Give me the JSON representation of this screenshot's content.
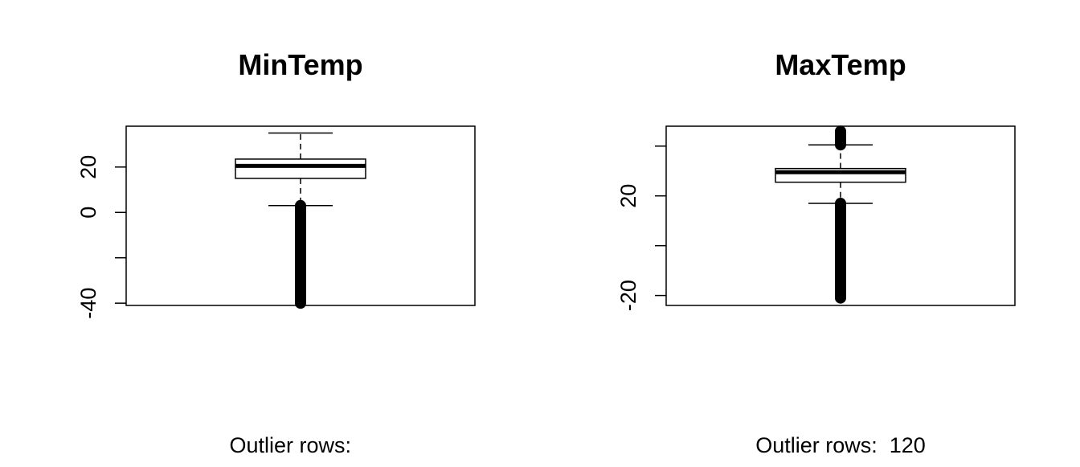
{
  "chart_data": [
    {
      "type": "boxplot",
      "title": "MinTemp",
      "ylim": [
        -41,
        38
      ],
      "yticks": [
        -40,
        -20,
        0,
        20
      ],
      "yticklabels": [
        "-40",
        "",
        "0",
        "20"
      ],
      "stats": {
        "whisker_low": 3,
        "q1": 15,
        "median": 20.5,
        "q3": 23.5,
        "whisker_high": 35
      },
      "outliers": {
        "from": -40,
        "to": 3
      },
      "caption": "Outlier rows: "
    },
    {
      "type": "boxplot",
      "title": "MaxTemp",
      "ylim": [
        -24,
        48
      ],
      "yticks": [
        -20,
        0,
        20,
        40
      ],
      "yticklabels": [
        "-20",
        "",
        "20",
        ""
      ],
      "stats": {
        "whisker_low": 17,
        "q1": 25.5,
        "median": 29.5,
        "q3": 31,
        "whisker_high": 40.5
      },
      "outliers": {
        "from": -21,
        "to": 46,
        "gap_from": 17,
        "gap_to": 40.5
      },
      "caption": "Outlier rows:  120"
    }
  ]
}
